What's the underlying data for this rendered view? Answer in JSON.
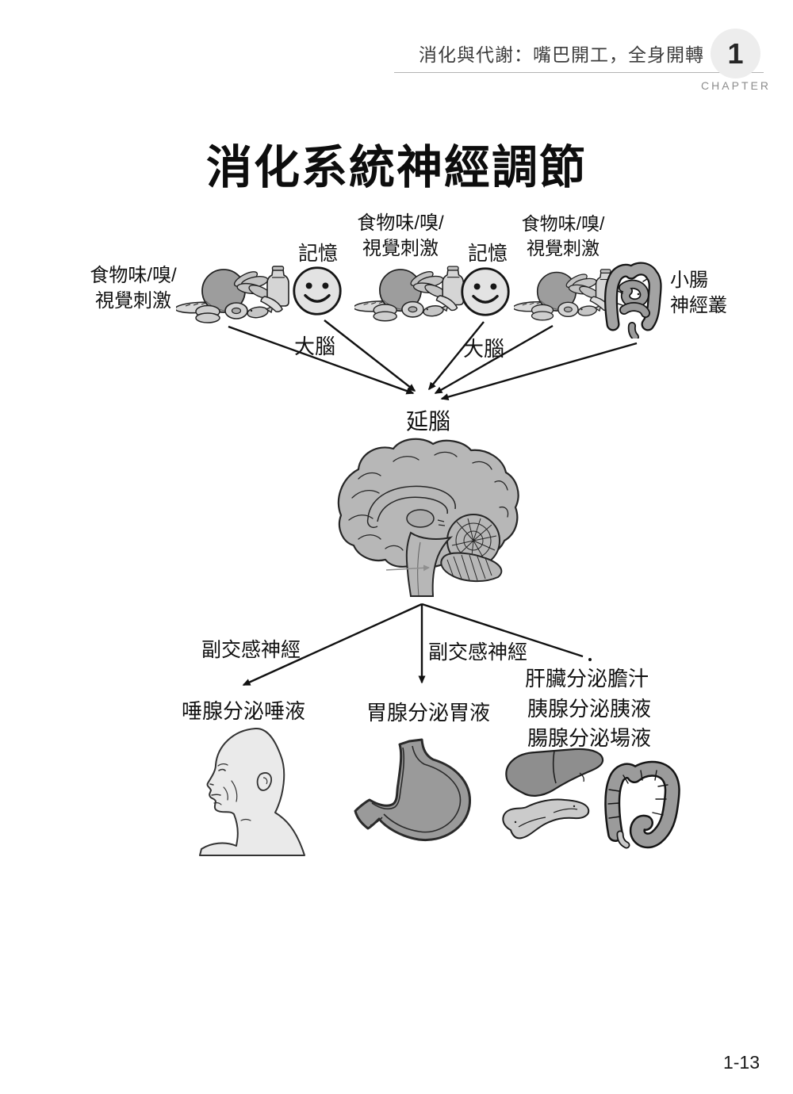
{
  "header": {
    "chapter_title": "消化與代謝：嘴巴開工，全身開轉",
    "chapter_number": "1",
    "chapter_word": "CHAPTER"
  },
  "page_title": "消化系統神經調節",
  "diagram": {
    "stimuli": {
      "left": [
        "食物味/嗅/",
        "視覺刺激"
      ],
      "middle": [
        "食物味/嗅/",
        "視覺刺激"
      ],
      "right": [
        "食物味/嗅/",
        "視覺刺激"
      ]
    },
    "memory_left": "記憶",
    "memory_right": "記憶",
    "enteric": [
      "小腸",
      "神經叢"
    ],
    "cerebrum_left": "大腦",
    "cerebrum_right": "大腦",
    "medulla": "延腦",
    "parasympathetic_left": "副交感神經",
    "parasympathetic_middle": "副交感神經",
    "effect_salivary": "唾腺分泌唾液",
    "effect_gastric": "胃腺分泌胃液",
    "effect_liver": "肝臟分泌膽汁",
    "effect_pancreas": "胰腺分泌胰液",
    "effect_intestinal": "腸腺分泌場液"
  },
  "icons": {
    "food_pile": "food-pile",
    "smiley": "smiley-face",
    "small_intestine": "small-intestine",
    "brain": "brain-sagittal-section",
    "head": "head-profile",
    "stomach": "stomach",
    "liver": "liver",
    "pancreas": "pancreas",
    "colon": "large-intestine"
  },
  "colors": {
    "line_black": "#111111",
    "illustration_gray_dark": "#8e8e8e",
    "illustration_gray_mid": "#b7b7b7",
    "illustration_gray_light": "#e3e3e3",
    "chapter_circle": "#ededed",
    "chapter_text_gray": "#8d8d8d"
  },
  "footer": {
    "page_number": "1-13"
  }
}
